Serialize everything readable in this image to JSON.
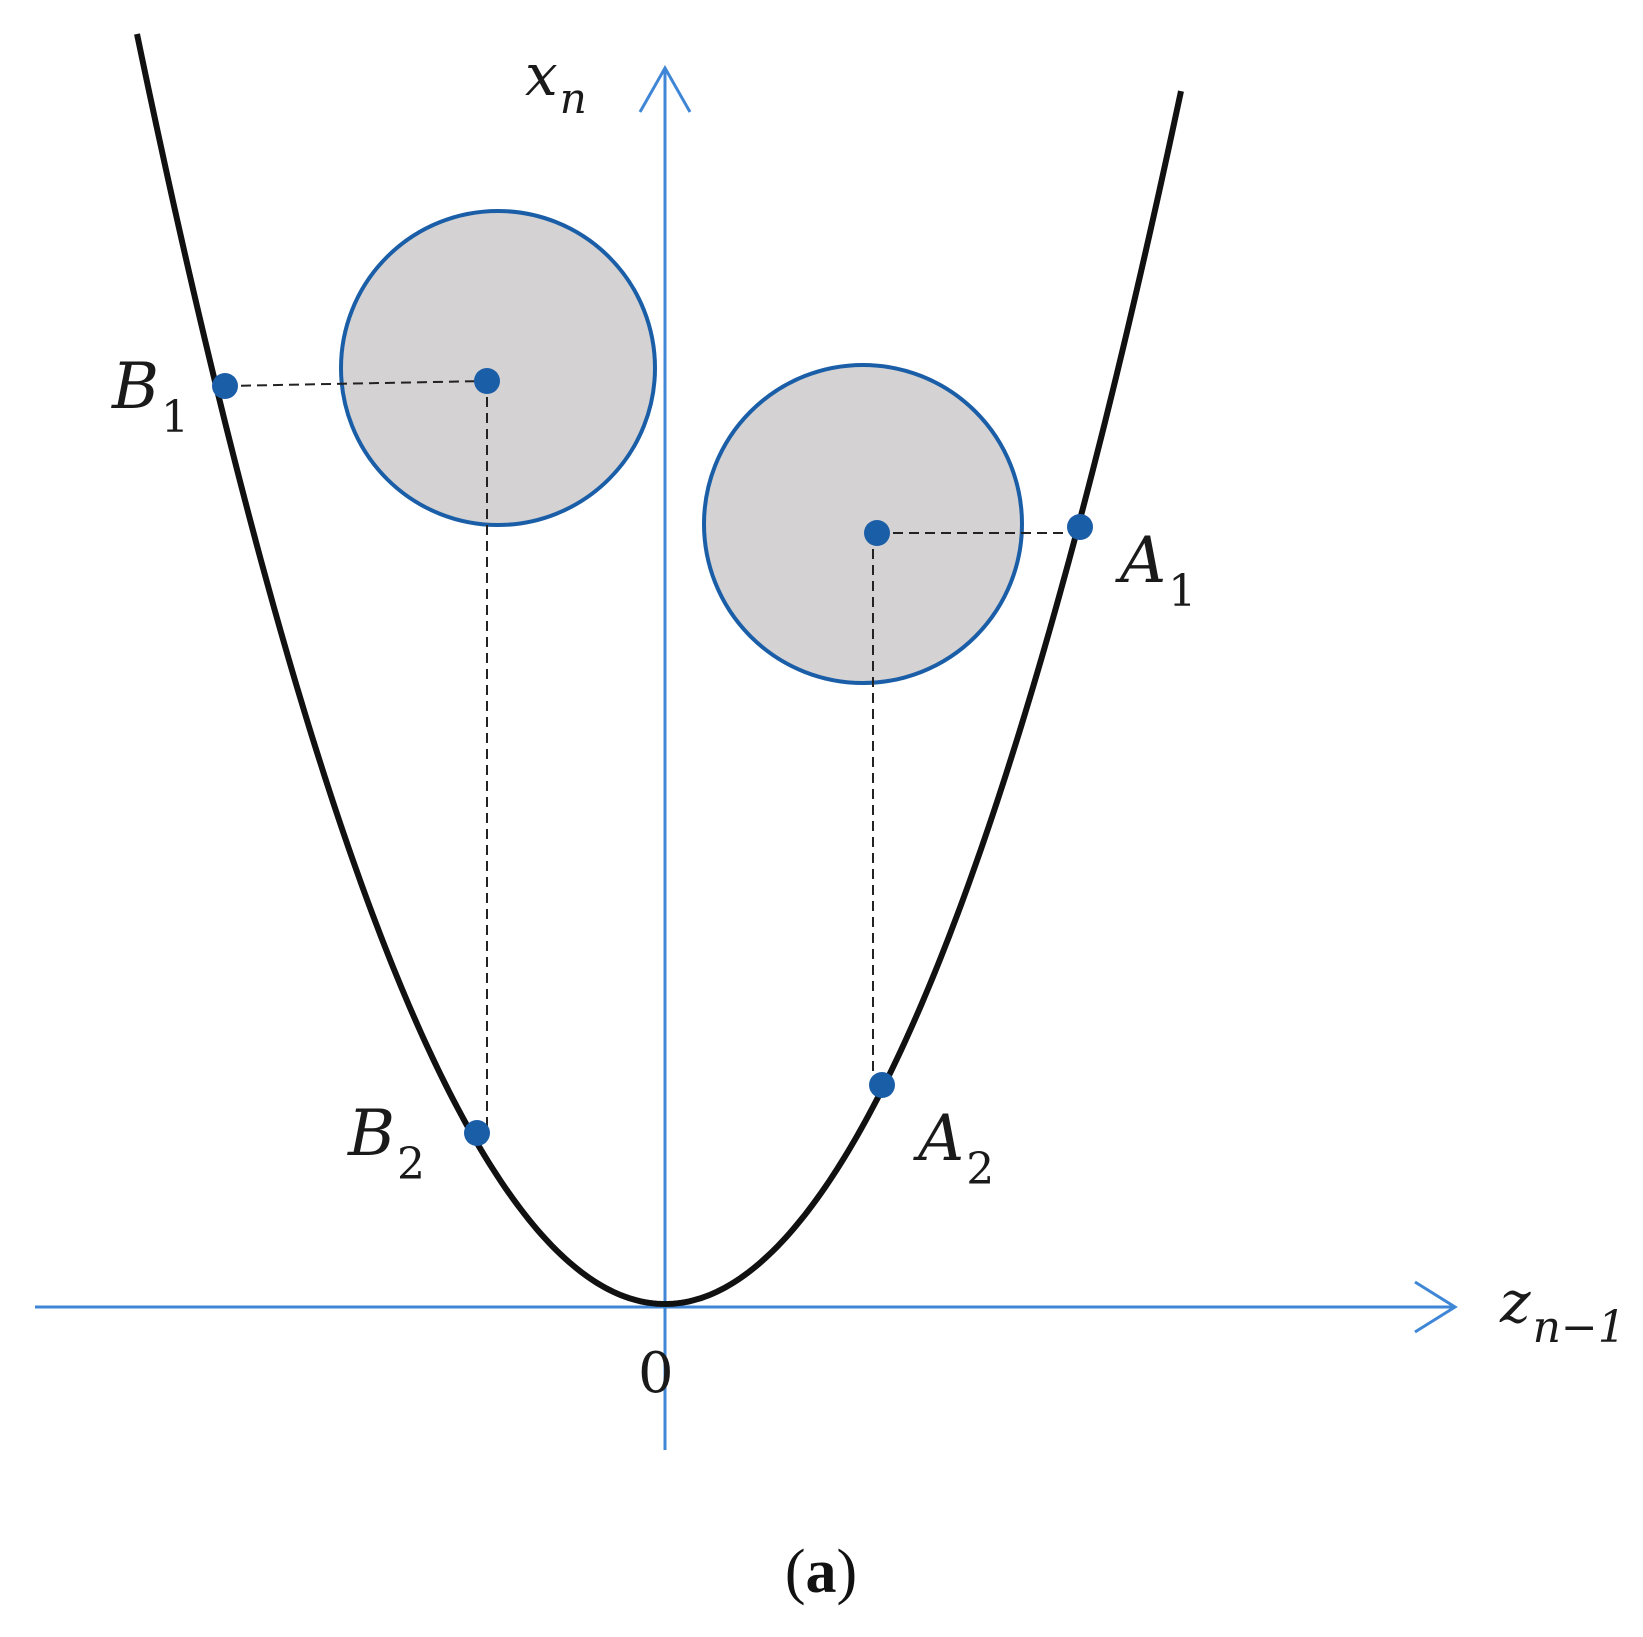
{
  "figure": {
    "colors": {
      "axis": "#3f86d6",
      "curve": "#111111",
      "disk_fill": "#d4d2d2",
      "disk_stroke": "#1b5ea8",
      "point": "#1b5ea8",
      "guide": "#222222"
    },
    "axes": {
      "x_label": "z",
      "x_label_sub": "n−1",
      "y_label": "x",
      "y_label_sub": "n",
      "origin_label": "0"
    },
    "points": {
      "A1": {
        "letter": "A",
        "sub": "1"
      },
      "A2": {
        "letter": "A",
        "sub": "2"
      },
      "B1": {
        "letter": "B",
        "sub": "1"
      },
      "B2": {
        "letter": "B",
        "sub": "2"
      }
    },
    "caption": {
      "open": "(",
      "letter": "a",
      "close": ")"
    }
  }
}
